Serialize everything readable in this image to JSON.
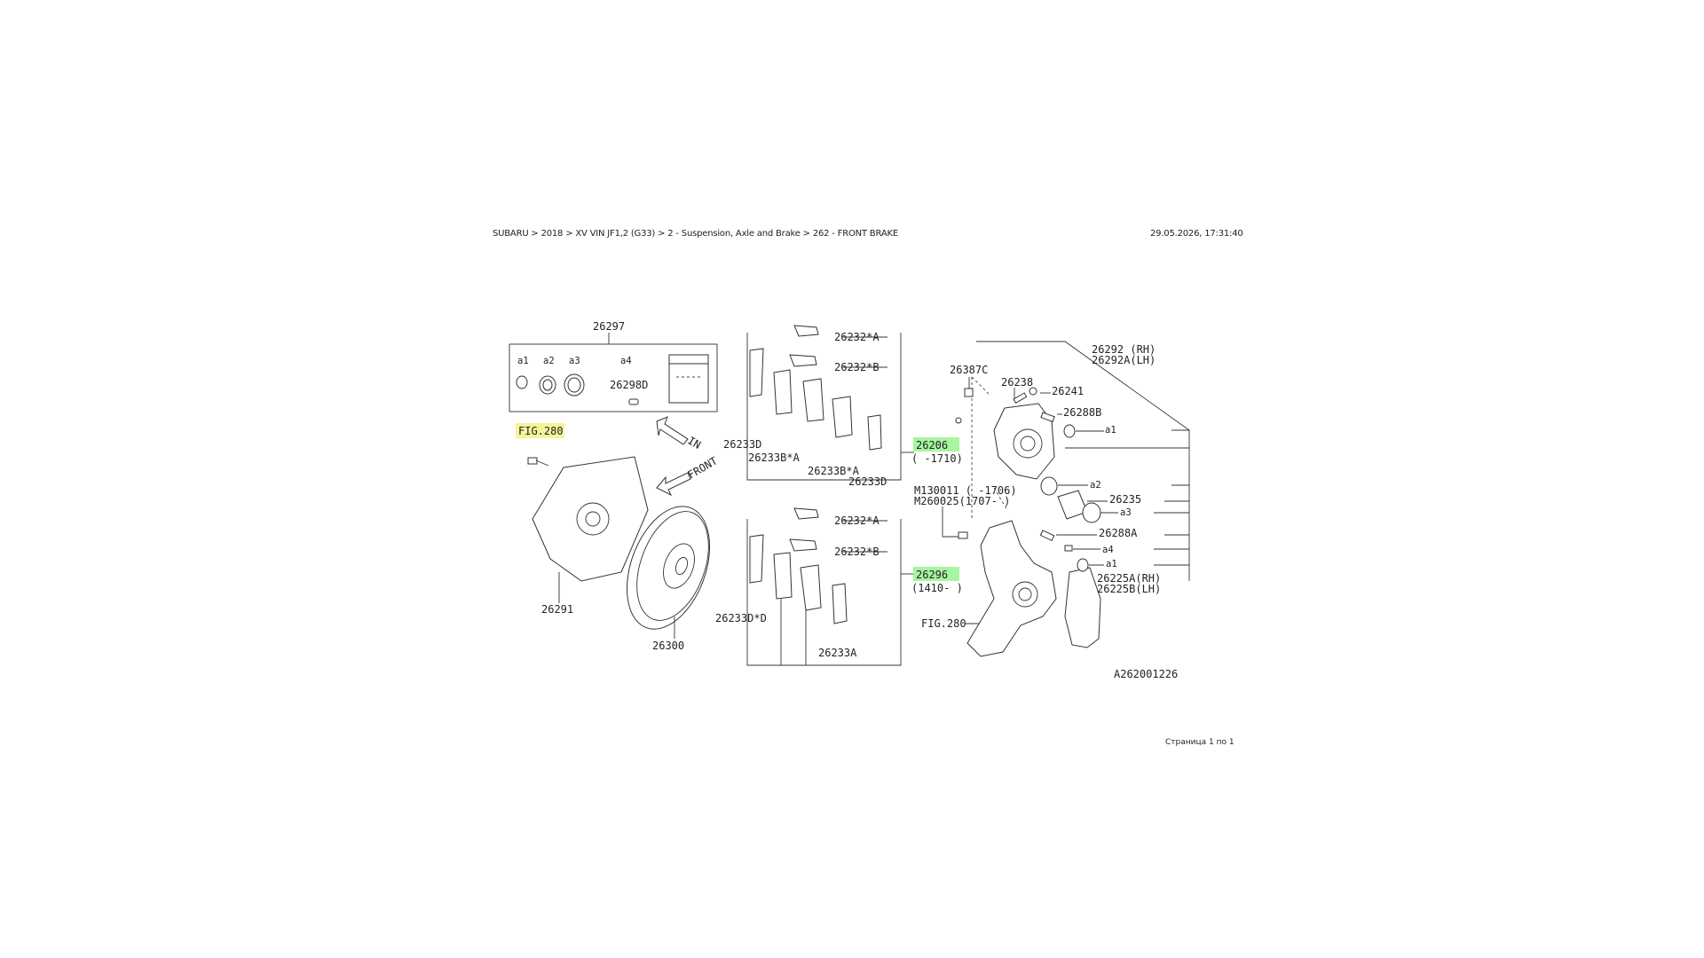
{
  "header": {
    "breadcrumb": "SUBARU > 2018 > XV VIN JF1,2 (G33) > 2 - Suspension, Axle and Brake > 262 - FRONT BRAKE",
    "timestamp": "29.05.2026, 17:31:40"
  },
  "footer": {
    "page_info": "Страница 1 по 1"
  },
  "highlight_colors": {
    "link": "#f7f39a",
    "selected": "#a8f5a0"
  },
  "diagram": {
    "labels": {
      "kit_26297": "26297",
      "kit_a1": "a1",
      "kit_a2": "a2",
      "kit_a3": "a3",
      "kit_a4": "a4",
      "kit_26298D": "26298D",
      "fig280_top": "FIG.280",
      "arrow_in": "IN",
      "arrow_front": "FRONT",
      "p26291": "26291",
      "p26300": "26300",
      "pad_26232A_top": "26232*A",
      "pad_26232B_top": "26232*B",
      "pad_26233D_top": "26233D",
      "pad_26233B_A_top": "26233B*A",
      "pad_26233B_A2_top": "26233B*A",
      "pad_26233D2_top": "26233D",
      "pad_26232A_bot": "26232*A",
      "pad_26232B_bot": "26232*B",
      "pad_26233D_D": "26233D*D",
      "pad_26233A": "26233A",
      "p26206": "26206",
      "p26206_range": "( -1710)",
      "p26296": "26296",
      "p26296_range": "(1410- )",
      "m130011": "M130011 ( -1706)",
      "m260025": "M260025(1707- )",
      "fig280_bot": "FIG.280",
      "p26387C": "26387C",
      "p26238": "26238",
      "p26241": "26241",
      "p26288B": "26288B",
      "p26292_rh": "26292 (RH)",
      "p26292A_lh": "26292A(LH)",
      "cal_a1": "a1",
      "cal_a2": "a2",
      "p26235": "26235",
      "cal_a3": "a3",
      "p26288A": "26288A",
      "cal_a4": "a4",
      "cal_a1b": "a1",
      "p26225A_rh": "26225A(RH)",
      "p26225B_lh": "26225B(LH)",
      "drawing_code": "A262001226"
    }
  }
}
